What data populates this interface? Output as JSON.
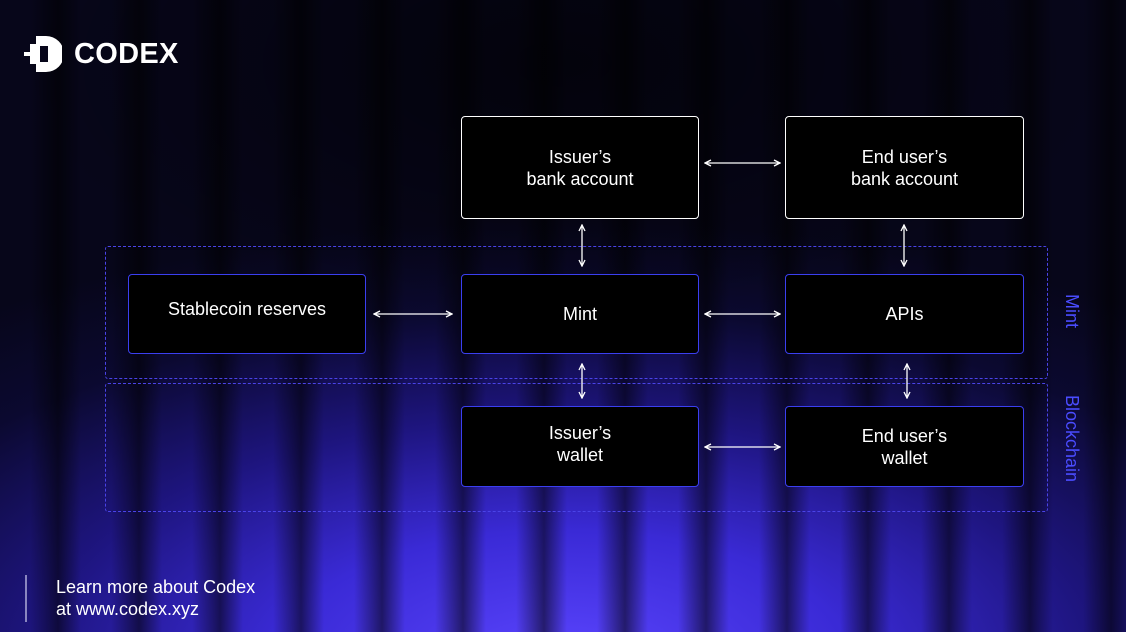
{
  "brand": {
    "name": "CODEX"
  },
  "zones": {
    "mint": "Mint",
    "blockchain": "Blockchain"
  },
  "nodes": {
    "issuer_bank": "Issuer’s\nbank account",
    "end_user_bank": "End user’s\nbank account",
    "reserves": "Stablecoin reserves",
    "mint": "Mint",
    "apis": "APIs",
    "issuer_wallet": "Issuer’s\nwallet",
    "end_user_wallet": "End user’s\nwallet"
  },
  "footer": {
    "line1": "Learn more about Codex",
    "line2": "at www.codex.xyz"
  },
  "colors": {
    "accent": "#3b3ff0",
    "zone_label": "#4a4cff"
  }
}
